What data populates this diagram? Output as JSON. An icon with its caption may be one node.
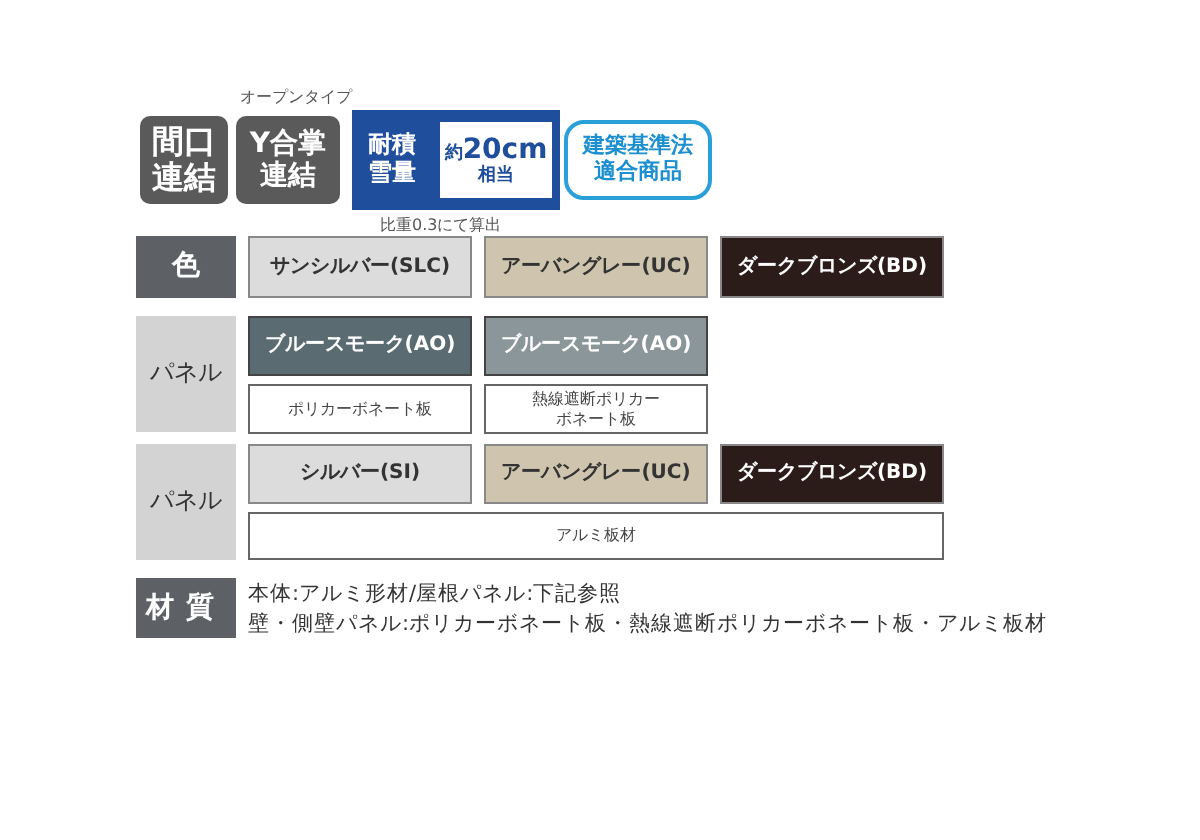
{
  "diagram": {
    "nodes": [
      {
        "text": [
          "間口連結"
        ]
      },
      {
        "text": [
          "Y合掌連結"
        ],
        "beside": [
          "オープンタイプ"
        ]
      },
      {
        "text": [
          "耐積雪量"
        ],
        "beside": [
          "比重0.3にて算出"
        ]
      },
      {
        "text": [
          "約**20cm**相当"
        ],
        "in": 2
      },
      {
        "text": [
          "建築基準法適合商品"
        ]
      },
      {
        "text": [
          "色"
        ]
      },
      {
        "text": [
          "サンシルバー(SLC)"
        ]
      },
      {
        "text": [
          "アーバングレー(UC)"
        ]
      },
      {
        "text": [
          "ダークブロンズ(BD)"
        ]
      },
      {
        "text": [
          "パネル"
        ]
      },
      {
        "text": [
          "ブルースモーク(AO)"
        ]
      },
      {
        "text": [
          "ブルースモーク(AO)"
        ]
      },
      {
        "text": [
          "ポリカーボネート板"
        ]
      },
      {
        "text": [
          "熱線遮断ポリカーボネート板"
        ]
      },
      {
        "text": [
          "パネル"
        ]
      },
      {
        "text": [
          "シルバー(SI)"
        ]
      },
      {
        "text": [
          "アーバングレー(UC)"
        ]
      },
      {
        "text": [
          "ダークブロンズ(BD)"
        ]
      },
      {
        "text": [
          "アルミ板材"
        ]
      },
      {
        "text": [
          "材質"
        ]
      }
    ],
    "labels": [
      "本体:アルミ形材/屋根パネル:下記参照",
      "壁・側壁パネル:ポリカーボネート板・熱線遮断ポリカーボネート板・アルミ板材"
    ]
  }
}
